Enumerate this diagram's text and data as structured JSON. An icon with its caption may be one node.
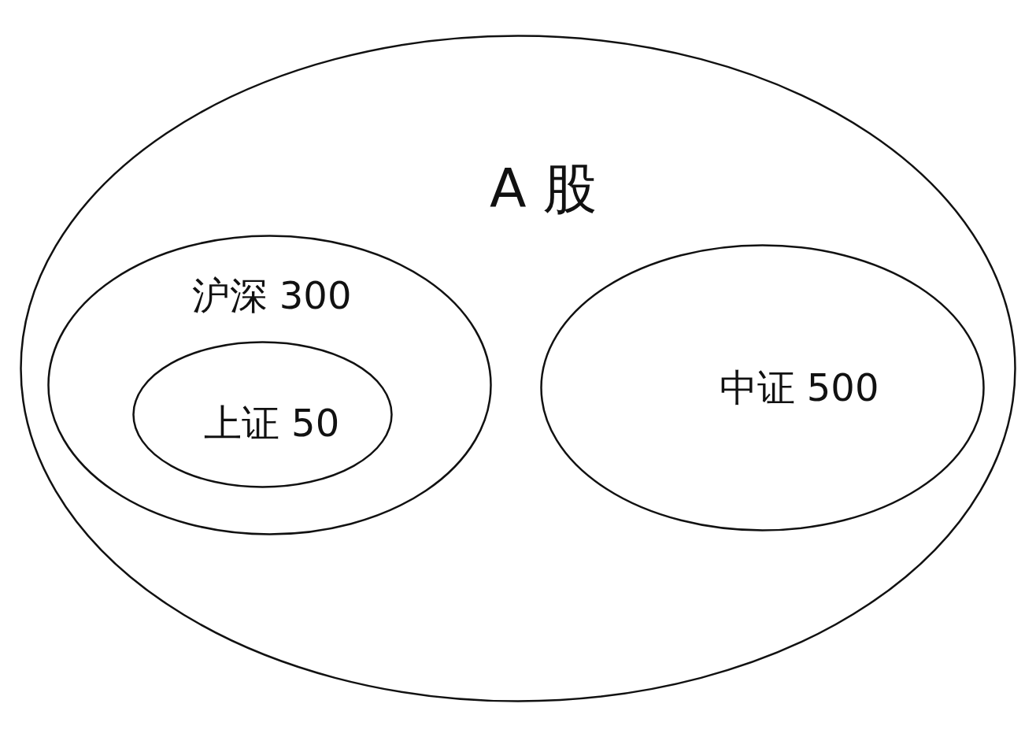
{
  "diagram": {
    "nodes": [
      {
        "text": [
          "A 股"
        ]
      },
      {
        "text": [
          "沪深 300"
        ],
        "in": 0
      },
      {
        "text": [
          "上证 50"
        ],
        "in": 1
      },
      {
        "text": [
          "中证 500"
        ],
        "in": 0
      }
    ]
  }
}
